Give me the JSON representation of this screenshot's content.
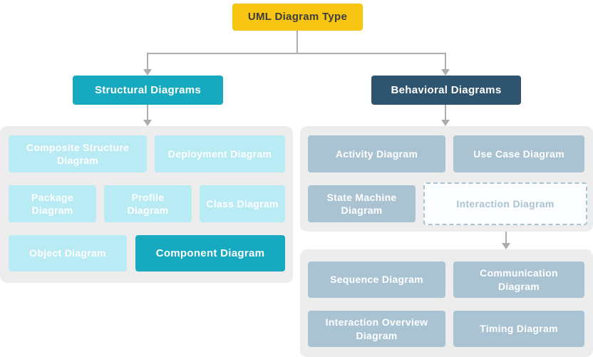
{
  "root": {
    "label": "UML Diagram Type"
  },
  "structural": {
    "header": "Structural Diagrams",
    "items": [
      {
        "label": "Composite Structure Diagram"
      },
      {
        "label": "Deployment Diagram"
      },
      {
        "label": "Package Diagram"
      },
      {
        "label": "Profile Diagram"
      },
      {
        "label": "Class Diagram"
      },
      {
        "label": "Object Diagram"
      },
      {
        "label": "Component Diagram"
      }
    ]
  },
  "behavioral": {
    "header": "Behavioral Diagrams",
    "items": [
      {
        "label": "Activity Diagram"
      },
      {
        "label": "Use Case Diagram"
      },
      {
        "label": "State Machine Diagram"
      },
      {
        "label": "Interaction Diagram"
      }
    ],
    "interaction_children": [
      {
        "label": "Sequence Diagram"
      },
      {
        "label": "Communication Diagram"
      },
      {
        "label": "Interaction Overview Diagram"
      },
      {
        "label": "Timing Diagram"
      }
    ]
  },
  "colors": {
    "root_bg": "#f9c513",
    "structural_bg": "#17a9bf",
    "behavioral_bg": "#2e5470",
    "light_item_bg": "#b9ebf5",
    "highlight_item_bg": "#17a9bf",
    "behavioral_item_bg": "#a9c3d3",
    "container_bg": "#ededed",
    "connector": "#acacac",
    "root_text": "#3d3d3d",
    "dashed_text": "#a9c3d3"
  }
}
